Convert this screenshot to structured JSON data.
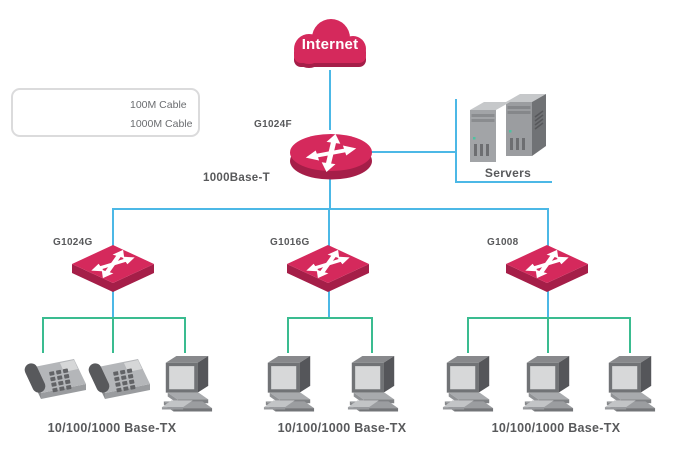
{
  "colors": {
    "crimson": "#d5295c",
    "crimson_dark": "#a51e48",
    "blue": "#4cb8e6",
    "green": "#3abc90",
    "ink": "#58595b",
    "legend_ink": "#6b6d70"
  },
  "legend": {
    "items": [
      {
        "label": "100M Cable",
        "cable": "green"
      },
      {
        "label": "1000M Cable",
        "cable": "blue"
      }
    ]
  },
  "diagram": {
    "internet_label": "Internet",
    "core_router_label": "G1024F",
    "backbone_label": "1000Base-T",
    "servers_label": "Servers",
    "switch_labels": [
      "G1024G",
      "G1016G",
      "G1008"
    ],
    "group_labels": [
      "10/100/1000 Base-TX",
      "10/100/1000 Base-TX",
      "10/100/1000 Base-TX"
    ],
    "group_devices": [
      [
        "phone",
        "phone",
        "computer"
      ],
      [
        "computer",
        "computer"
      ],
      [
        "computer",
        "computer",
        "computer"
      ]
    ]
  }
}
